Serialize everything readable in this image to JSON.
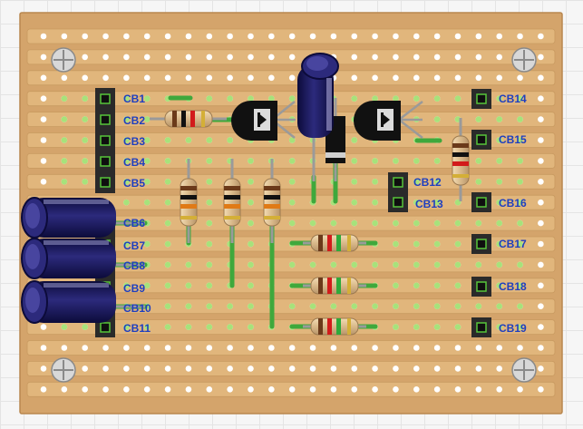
{
  "board": {
    "columns": 25,
    "rows": 18,
    "labels": [
      {
        "id": "cb1",
        "text": "CB1"
      },
      {
        "id": "cb2",
        "text": "CB2"
      },
      {
        "id": "cb3",
        "text": "CB3"
      },
      {
        "id": "cb4",
        "text": "CB4"
      },
      {
        "id": "cb5",
        "text": "CB5"
      },
      {
        "id": "cb6",
        "text": "CB6"
      },
      {
        "id": "cb7",
        "text": "CB7"
      },
      {
        "id": "cb8",
        "text": "CB8"
      },
      {
        "id": "cb9",
        "text": "CB9"
      },
      {
        "id": "cb10",
        "text": "CB10"
      },
      {
        "id": "cb11",
        "text": "CB11"
      },
      {
        "id": "cb12",
        "text": "CB12"
      },
      {
        "id": "cb13",
        "text": "CB13"
      },
      {
        "id": "cb14",
        "text": "CB14"
      },
      {
        "id": "cb15",
        "text": "CB15"
      },
      {
        "id": "cb16",
        "text": "CB16"
      },
      {
        "id": "cb17",
        "text": "CB17"
      },
      {
        "id": "cb18",
        "text": "CB18"
      },
      {
        "id": "cb19",
        "text": "CB19"
      }
    ]
  },
  "colors": {
    "board": "#d4a46b",
    "strip": "#e1b67c",
    "hole": "#ffffff",
    "pad": "#a7e27b",
    "label": "#1f3fbf",
    "capacitor": "#1c1a5e",
    "header": "#2a2a2a"
  }
}
